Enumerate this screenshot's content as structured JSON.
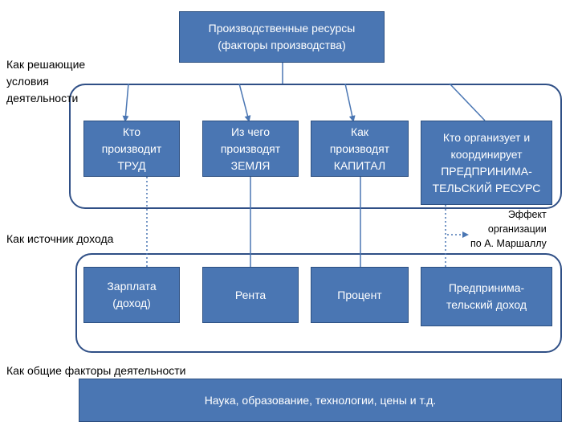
{
  "top_box": {
    "text": "Производственные ресурсы\n(факторы производства)"
  },
  "labels": {
    "deciding_conditions": "Как решающие\nусловия\nдеятельности",
    "income_source": "Как источник дохода",
    "general_factors": "Как общие факторы деятельности",
    "organization_effect": "Эффект\nорганизации\nпо А. Маршаллу"
  },
  "factors": [
    {
      "text": "Кто\nпроизводит\nТРУД"
    },
    {
      "text": "Из чего\nпроизводят\nЗЕМЛЯ"
    },
    {
      "text": "Как\nпроизводят\nКАПИТАЛ"
    },
    {
      "text": "Кто организует и\nкоординирует\nПРЕДПРИНИМА-\nТЕЛЬСКИЙ РЕСУРС"
    }
  ],
  "incomes": [
    {
      "text": "Зарплата\n(доход)"
    },
    {
      "text": "Рента"
    },
    {
      "text": "Процент"
    },
    {
      "text": "Предпринима-\nтельский доход"
    }
  ],
  "bottom_box": {
    "text": "Наука, образование, технологии, цены и т.д."
  },
  "colors": {
    "box_fill": "#4a76b3",
    "box_border": "#2c4f80",
    "group_border": "#2f4f86",
    "connector": "#4a76b3"
  }
}
